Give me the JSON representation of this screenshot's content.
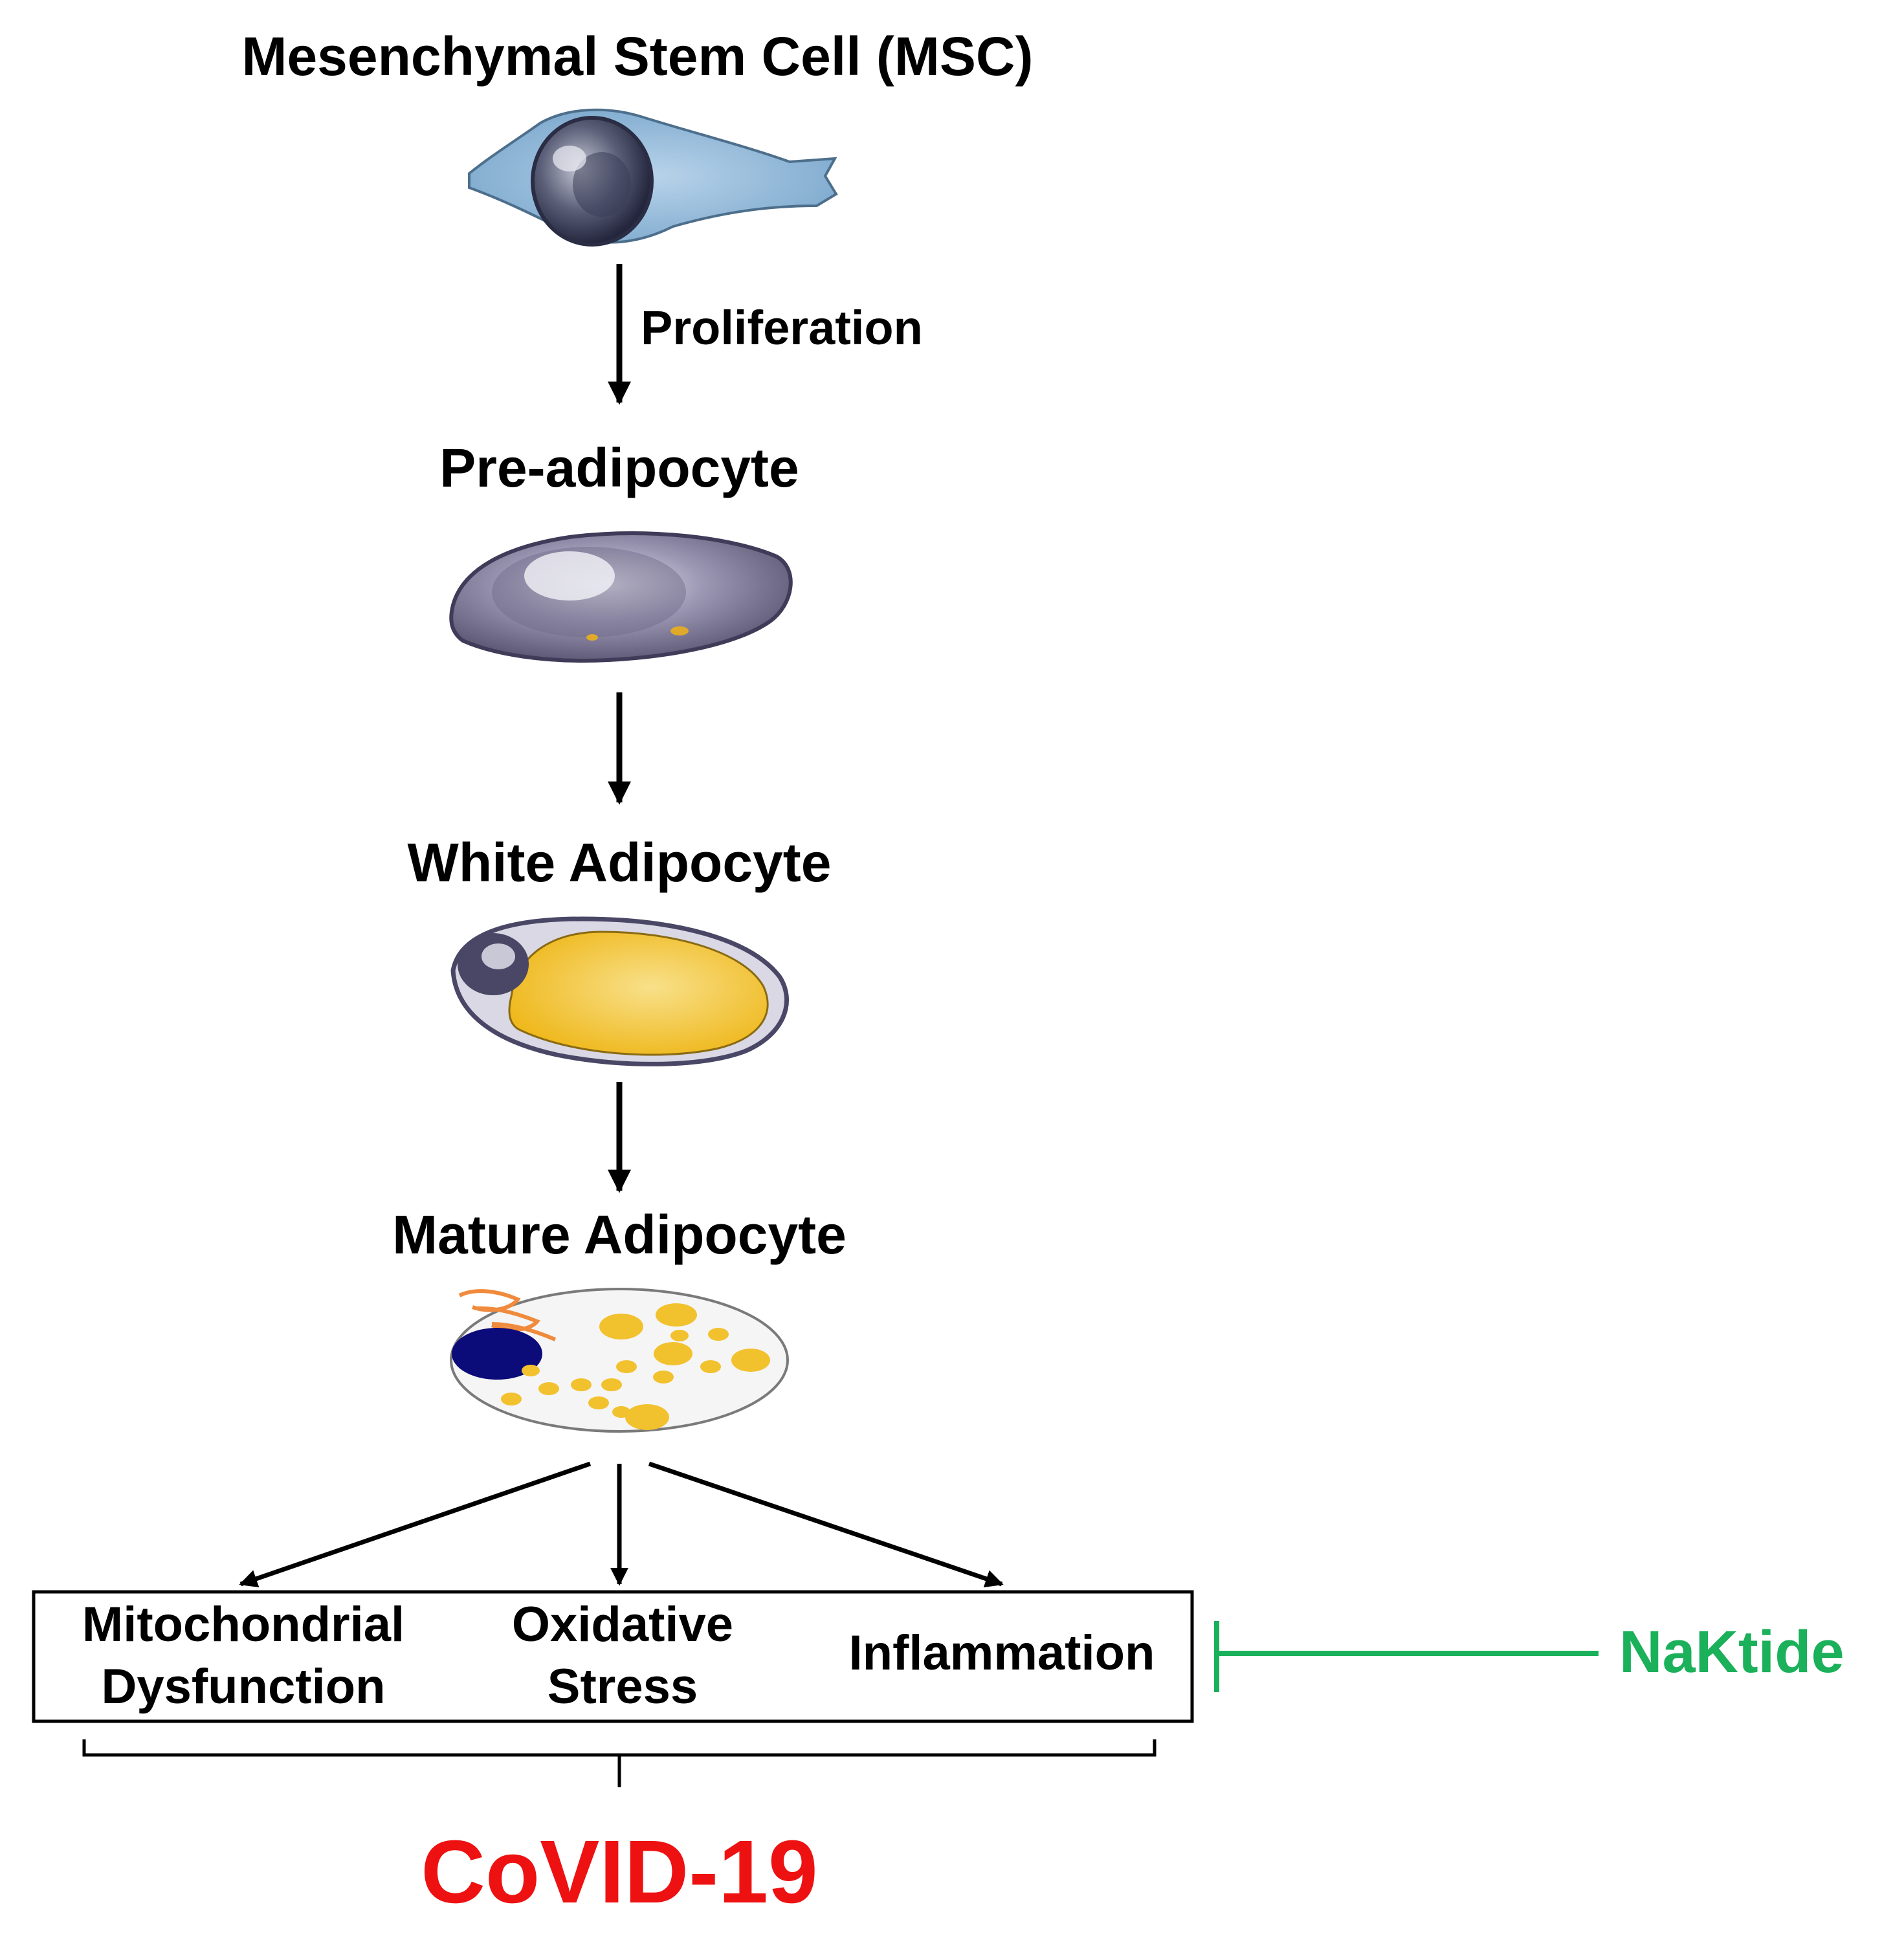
{
  "stages": {
    "msc": "Mesenchymal Stem Cell (MSC)",
    "pre_adipocyte": "Pre-adipocyte",
    "white_adipocyte": "White Adipocyte",
    "mature_adipocyte": "Mature Adipocyte"
  },
  "transitions": {
    "proliferation": "Proliferation"
  },
  "outcomes": {
    "mitochondrial_line1": "Mitochondrial",
    "mitochondrial_line2": "Dysfunction",
    "oxidative_line1": "Oxidative",
    "oxidative_line2": "Stress",
    "inflammation": "Inflammation"
  },
  "inhibitor": {
    "label": "NaKtide",
    "color": "#1bb05a"
  },
  "result": {
    "label": "CoVID-19",
    "color": "#ee1111"
  },
  "icons": {
    "msc": "stem-cell-icon",
    "pre_adipocyte": "pre-adipocyte-cell-icon",
    "white_adipocyte": "white-adipocyte-cell-icon",
    "mature_adipocyte": "mature-adipocyte-cell-icon"
  },
  "colors": {
    "msc_cell": "#8fb7d6",
    "lipid": "#f2c12e",
    "nucleus": "#0b0b7a",
    "mitochondria": "#f08a3c"
  }
}
